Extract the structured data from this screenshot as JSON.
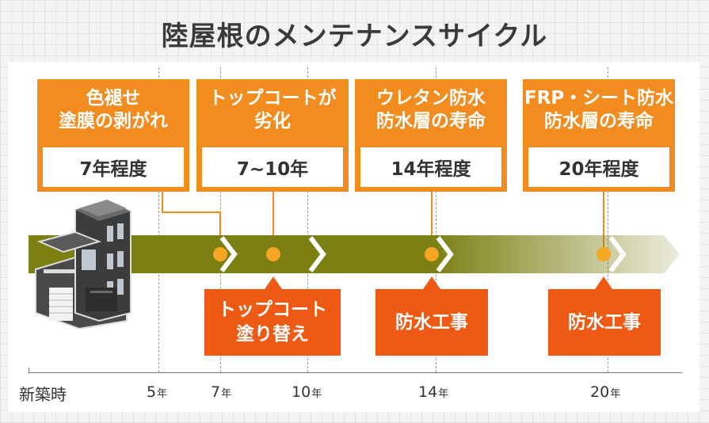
{
  "title": "陸屋根のメンテナンスサイクル",
  "events": [
    {
      "lines": [
        "色褪せ",
        "塗膜の剥がれ"
      ],
      "period": "7年程度"
    },
    {
      "lines": [
        "トップコートが",
        "劣化"
      ],
      "period": "7~10年"
    },
    {
      "lines": [
        "ウレタン防水",
        "防水層の寿命"
      ],
      "period": "14年程度"
    },
    {
      "lines": [
        "FRP・シート防水",
        "防水層の寿命"
      ],
      "period": "20年程度"
    }
  ],
  "works": [
    {
      "lines": [
        "トップコート",
        "塗り替え"
      ]
    },
    {
      "lines": [
        "防水工事"
      ]
    },
    {
      "lines": [
        "防水工事"
      ]
    }
  ],
  "axis": {
    "start_label": "新築時",
    "ticks": [
      {
        "value": "5",
        "unit": "年"
      },
      {
        "value": "7",
        "unit": "年"
      },
      {
        "value": "10",
        "unit": "年"
      },
      {
        "value": "14",
        "unit": "年"
      },
      {
        "value": "20",
        "unit": "年"
      }
    ]
  },
  "colors": {
    "event_box": "#f28c1e",
    "work_box": "#ee5a14",
    "timeline": "#7c7f12",
    "title": "#3a3a3a"
  }
}
